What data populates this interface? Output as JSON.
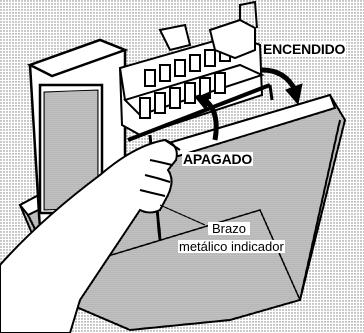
{
  "labels": {
    "on": "ENCENDIDO",
    "off": "APAGADO",
    "arm_line1": "Brazo",
    "arm_line2": "metálico indicador"
  },
  "colors": {
    "ink": "#000000",
    "paper": "#ffffff",
    "stipple": "#cfcfcf"
  }
}
